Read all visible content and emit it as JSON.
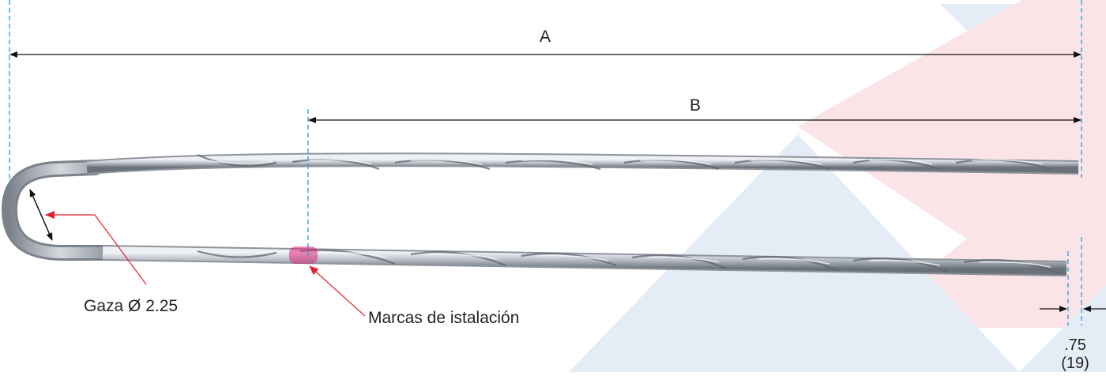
{
  "dimensions": {
    "a_label": "A",
    "b_label": "B",
    "offset_label": ".75",
    "offset_metric_label": "(19)"
  },
  "callouts": {
    "loop_label": "Gaza Ø 2.25",
    "marks_label": "Marcas de istalación"
  },
  "colors": {
    "wire_light": "#d9dde2",
    "wire_mid": "#a9b0b8",
    "wire_dark": "#6c737b",
    "guide_line": "#2a9fd8",
    "leader_line": "#d6202a",
    "install_mark": "#e0287a",
    "bg_blue": "#e3ebf4",
    "bg_red": "#fbe3e6"
  }
}
